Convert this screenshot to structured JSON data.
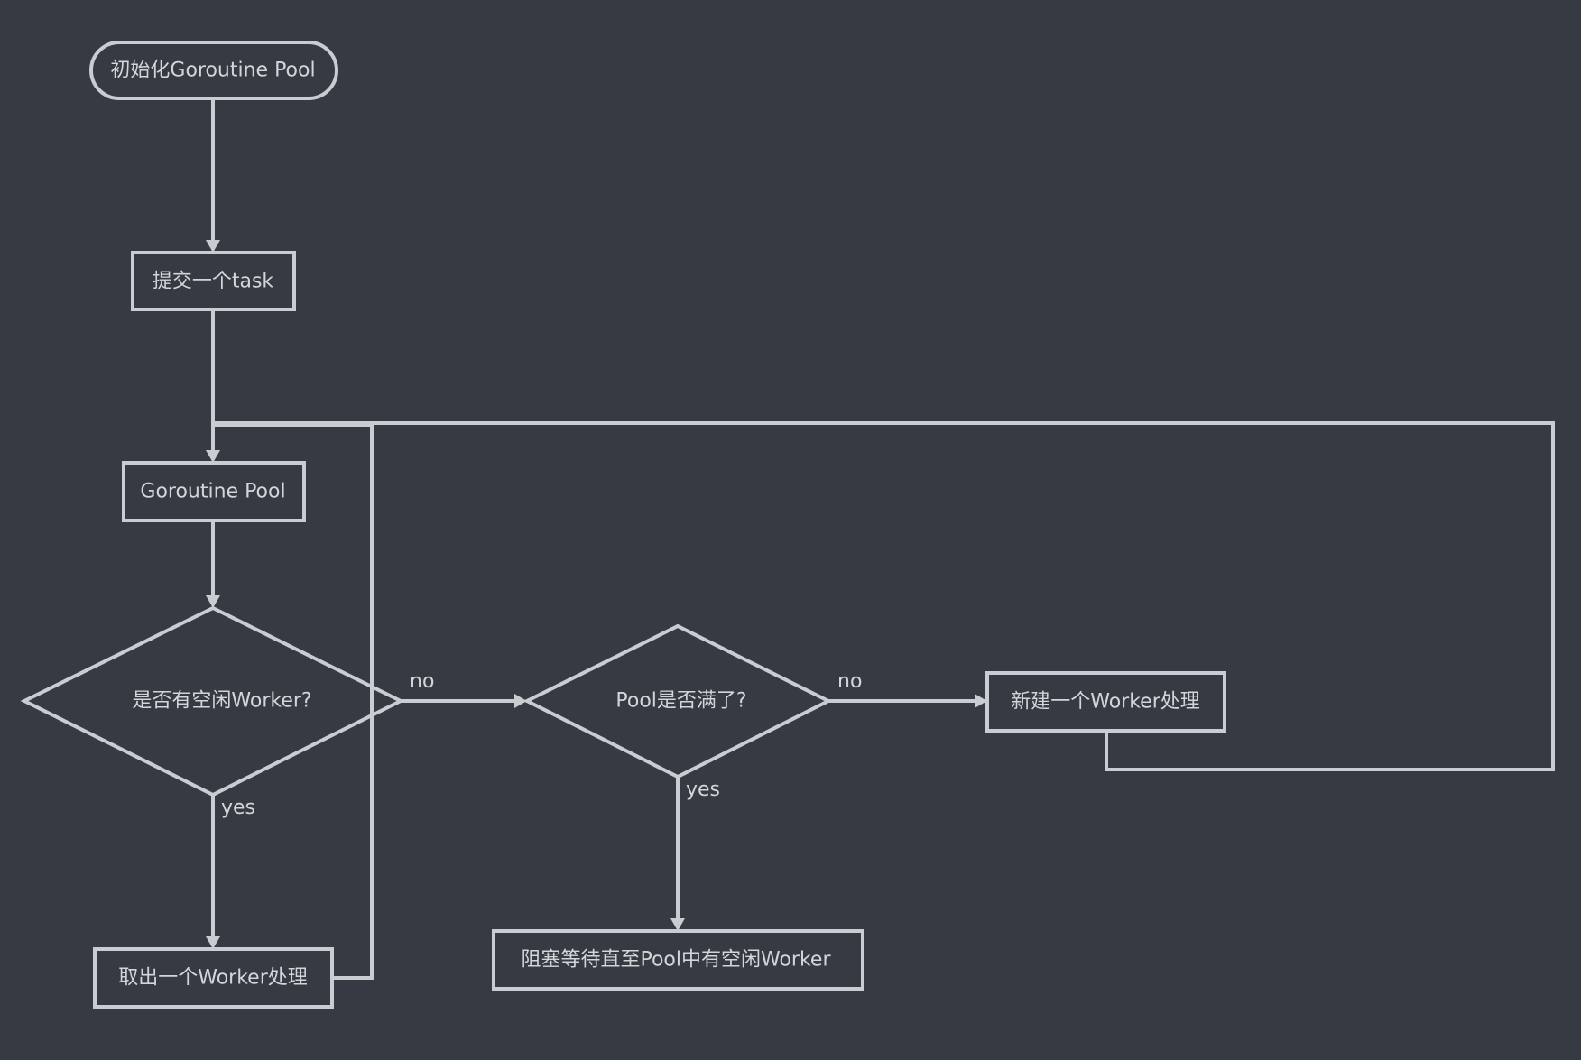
{
  "diagram": {
    "colors": {
      "background": "#363a42",
      "stroke": "#c9ccd0",
      "text": "#d3d5d8"
    },
    "nodes": {
      "init": {
        "label": "初始化Goroutine Pool"
      },
      "submit": {
        "label": "提交一个task"
      },
      "pool": {
        "label": "Goroutine Pool"
      },
      "idle_check": {
        "label": "是否有空闲Worker?"
      },
      "full_check": {
        "label": "Pool是否满了?"
      },
      "new_worker": {
        "label": "新建一个Worker处理"
      },
      "take_worker": {
        "label": "取出一个Worker处理"
      },
      "block_wait": {
        "label": "阻塞等待直至Pool中有空闲Worker"
      }
    },
    "edges": {
      "idle_no": "no",
      "idle_yes": "yes",
      "full_no": "no",
      "full_yes": "yes"
    }
  }
}
